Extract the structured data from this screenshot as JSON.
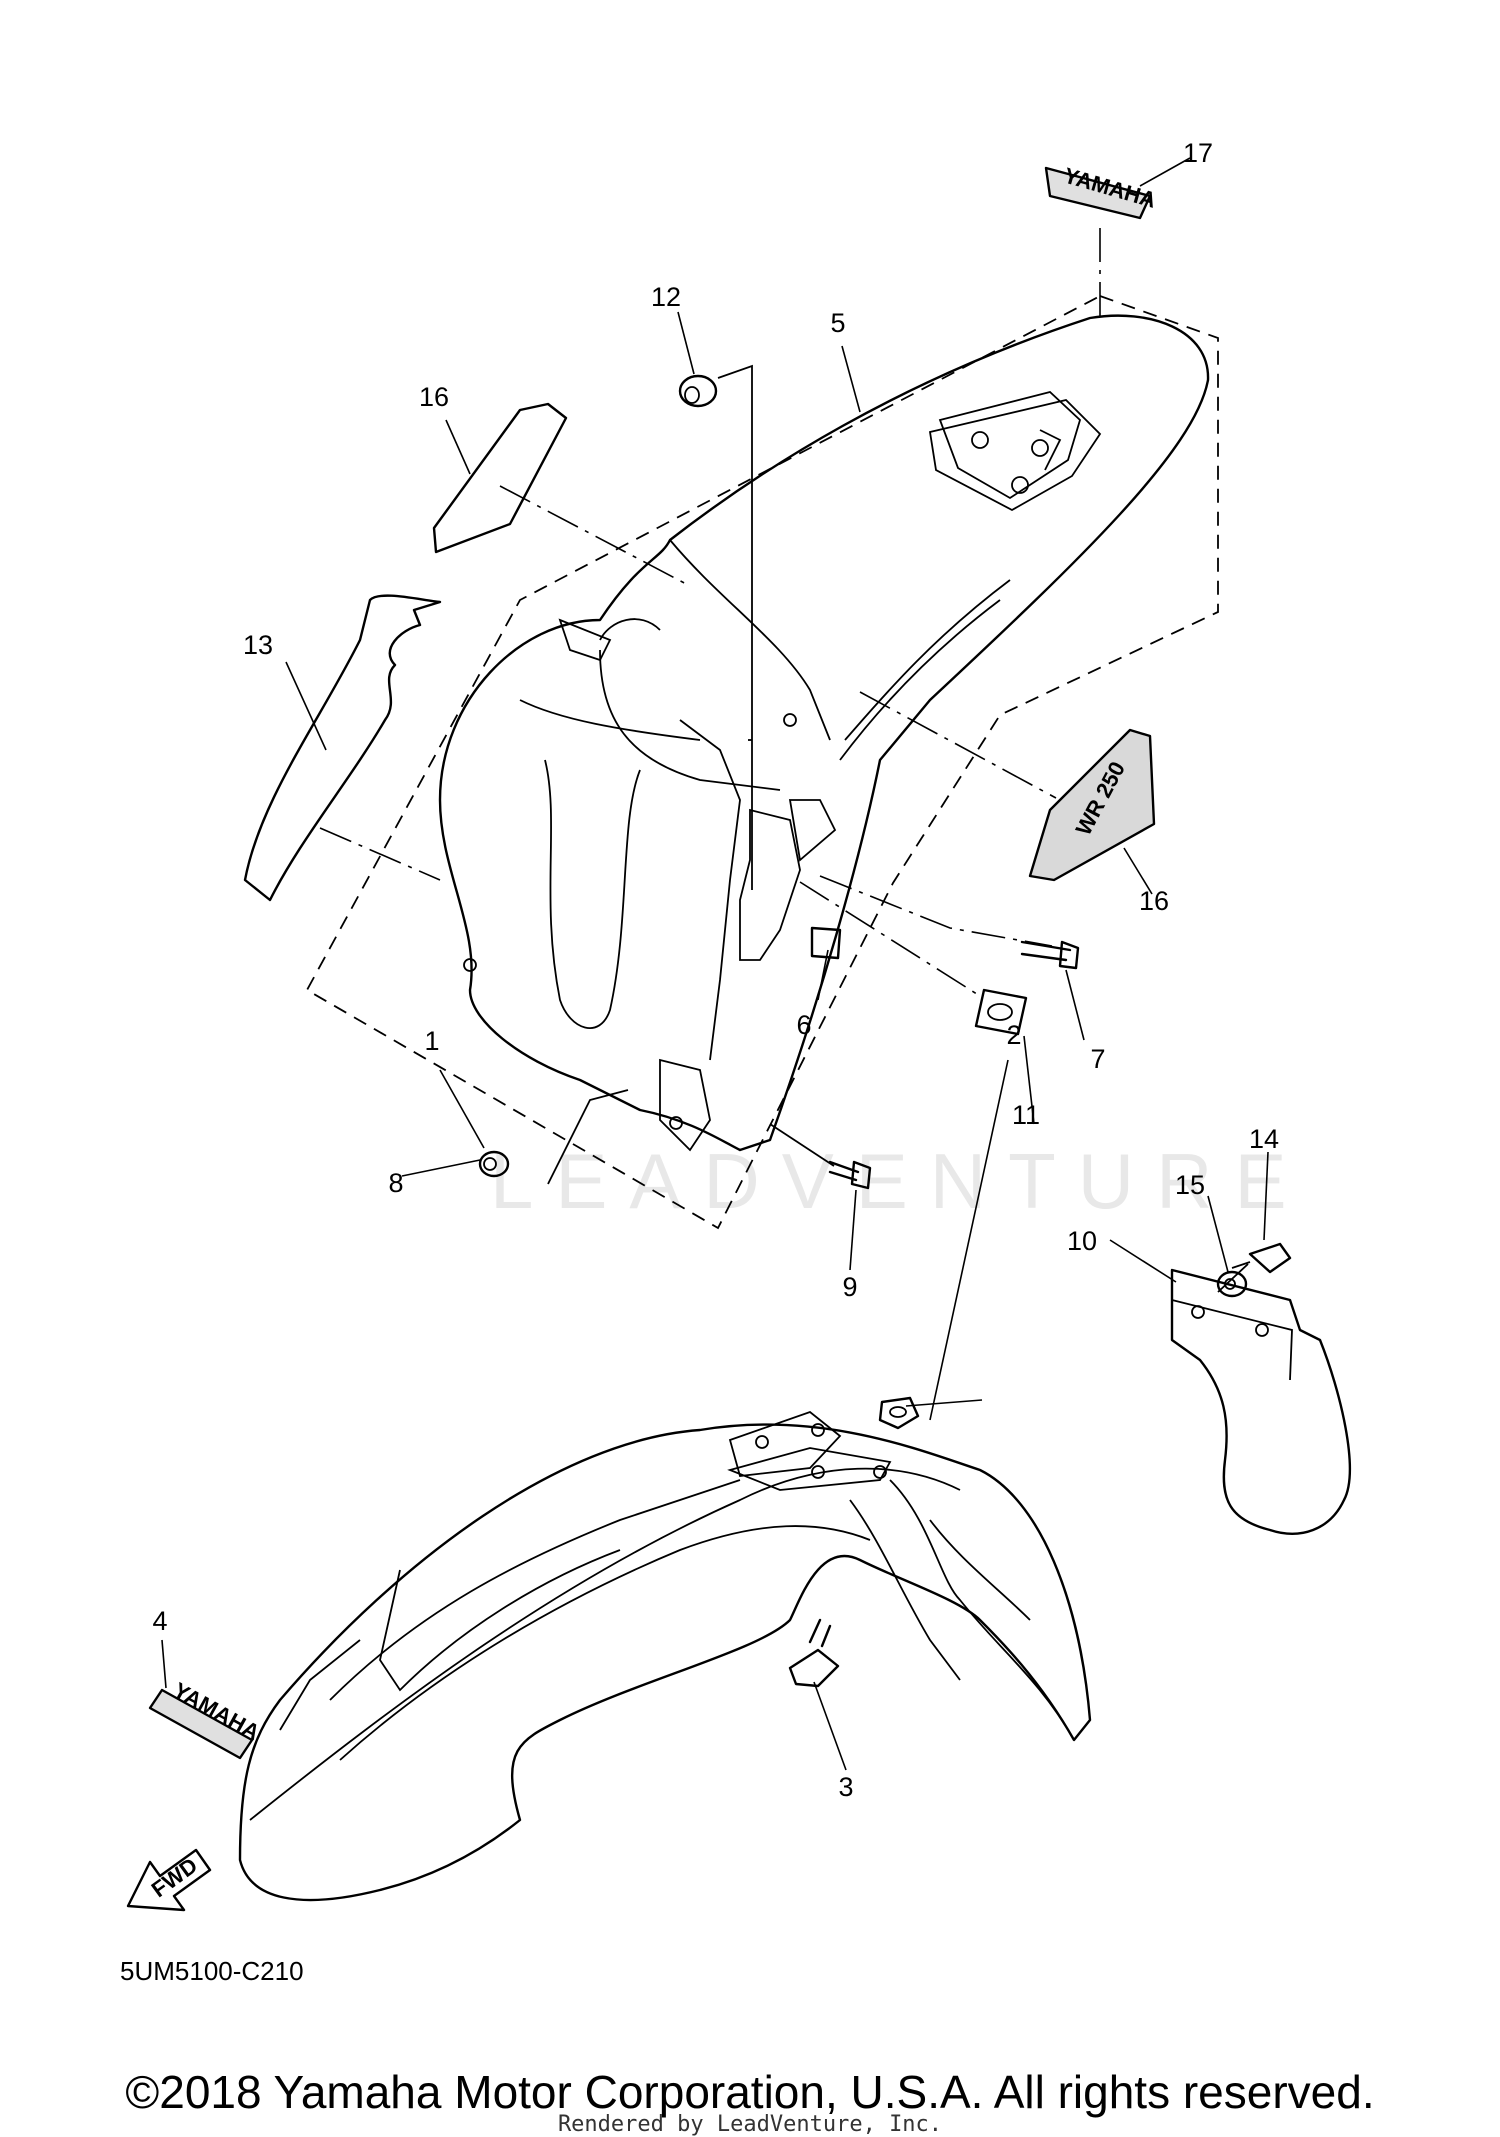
{
  "diagram": {
    "part_code": "5UM5100-C210",
    "watermark": "LEADVENTURE",
    "fwd_label": "FWD",
    "decal_text": "YAMAHA",
    "callouts": [
      "1",
      "2",
      "3",
      "4",
      "5",
      "6",
      "7",
      "8",
      "9",
      "10",
      "11",
      "12",
      "13",
      "14",
      "15",
      "16",
      "16",
      "17"
    ]
  },
  "footer": {
    "copyright": "©2018 Yamaha Motor Corporation, U.S.A. All rights reserved.",
    "rendered_by": "Rendered by LeadVenture, Inc."
  }
}
